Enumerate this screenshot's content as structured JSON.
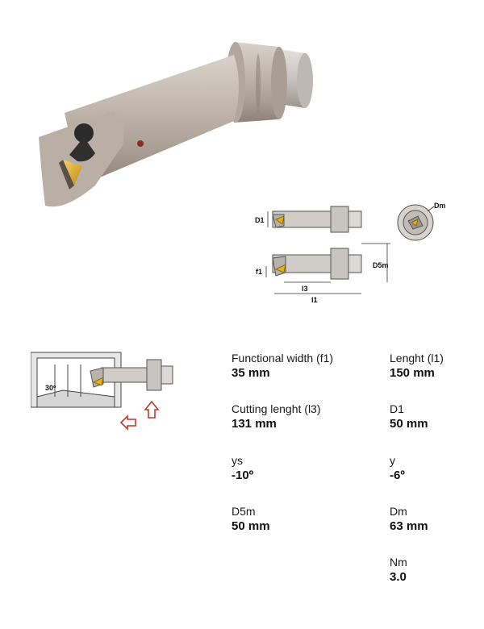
{
  "drawing_labels": {
    "d1": "D1",
    "f1": "f1",
    "l3": "l3",
    "l1": "l1",
    "d5m": "D5m",
    "dm": "Dm"
  },
  "schematic_labels": {
    "angle": "30º"
  },
  "specs": {
    "functional_width": {
      "label": "Functional width (f1)",
      "value": "35 mm"
    },
    "length": {
      "label": "Lenght (l1)",
      "value": "150 mm"
    },
    "cutting_length": {
      "label": "Cutting lenght (l3)",
      "value": "131 mm"
    },
    "d1": {
      "label": "D1",
      "value": "50 mm"
    },
    "ys": {
      "label": "ys",
      "value": "-10º"
    },
    "y": {
      "label": "y",
      "value": "-6º"
    },
    "d5m": {
      "label": "D5m",
      "value": "50 mm"
    },
    "dm": {
      "label": "Dm",
      "value": "63 mm"
    },
    "nm": {
      "label": "Nm",
      "value": "3.0"
    }
  },
  "colors": {
    "tool_body": "#b8aea5",
    "insert_gold": "#e0b020",
    "arrow_red": "#c0392b",
    "line_gray": "#6b6b6b"
  }
}
